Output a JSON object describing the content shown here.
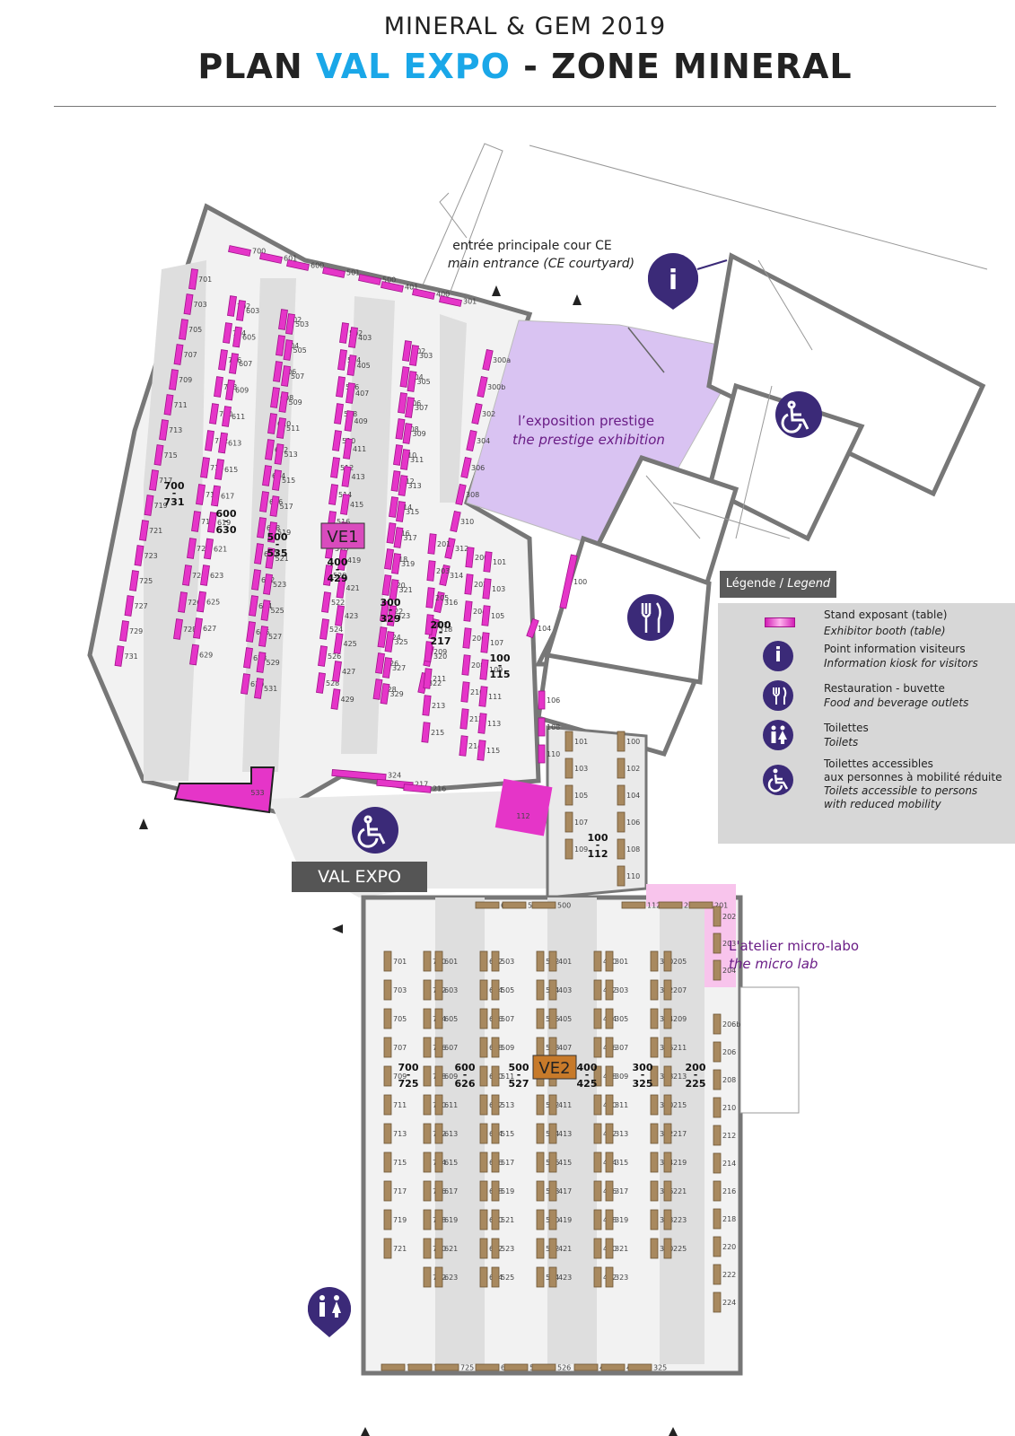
{
  "header": {
    "subtitle": "MINERAL & GEM 2019",
    "title_pre": "PLAN ",
    "title_highlight": "VAL EXPO",
    "title_post": " - ZONE MINERAL"
  },
  "entrance": {
    "fr": "entrée principale cour CE",
    "en": "main entrance (CE courtyard)"
  },
  "zones": {
    "prestige_fr": "l’exposition prestige",
    "prestige_en": "the prestige exhibition",
    "microlab_fr": "L'atelier micro-labo",
    "microlab_en": "the micro lab",
    "ve1": "VE1",
    "ve2": "VE2",
    "val_expo": "VAL EXPO"
  },
  "legend": {
    "title_fr": "Légende /",
    "title_en": "Legend",
    "items": [
      {
        "icon": "booth-table-icon",
        "fr": "Stand exposant (table)",
        "en": "Exhibitor booth (table)"
      },
      {
        "icon": "info-icon",
        "fr": "Point information visiteurs",
        "en": "Information kiosk for visitors"
      },
      {
        "icon": "fork-knife-icon",
        "fr": "Restauration - buvette",
        "en": "Food and beverage outlets"
      },
      {
        "icon": "toilets-icon",
        "fr": "Toilettes",
        "en": "Toilets"
      },
      {
        "icon": "wheelchair-icon",
        "fr": "Toilettes accessibles",
        "fr2": "aux personnes à mobilité réduite",
        "en": "Toilets accessible to persons",
        "en2": "with reduced mobility"
      }
    ]
  },
  "colors": {
    "magenta": "#e535c8",
    "wood": "#a8895f",
    "purple": "#3b2a78",
    "prestige": "#d9c3f2",
    "highlight_blue": "#1aa7e8",
    "microlab": "#f8c4ec"
  },
  "ve1_ranges": [
    "700 731",
    "600 630",
    "500 535",
    "400 429",
    "300 329",
    "200 217",
    "100 115"
  ],
  "ve2_ranges": [
    "700 725",
    "600 626",
    "500 527",
    "400 425",
    "300 325",
    "200 225",
    "100 112"
  ],
  "ve1_booths": {
    "top": [
      "700",
      "601",
      "600",
      "501",
      "500",
      "401",
      "400",
      "301"
    ],
    "col700a": [
      "701",
      "703",
      "705",
      "707",
      "709",
      "711",
      "713",
      "715",
      "717",
      "719",
      "721",
      "723",
      "725",
      "727",
      "729",
      "731"
    ],
    "col700b": [
      "702",
      "704",
      "706",
      "708",
      "710",
      "712",
      "714",
      "716",
      "718",
      "722",
      "724",
      "726",
      "728"
    ],
    "col600a": [
      "603",
      "605",
      "607",
      "609",
      "611",
      "613",
      "615",
      "617",
      "619",
      "621",
      "623",
      "625",
      "627",
      "629"
    ],
    "col600b": [
      "602",
      "604",
      "606",
      "608",
      "610",
      "612",
      "614",
      "616",
      "618",
      "620",
      "622",
      "624",
      "626",
      "628",
      "630"
    ],
    "col500a": [
      "503",
      "505",
      "507",
      "509",
      "511",
      "513",
      "515",
      "517",
      "519",
      "521",
      "523",
      "525",
      "527",
      "529",
      "531"
    ],
    "col500b": [
      "502",
      "504",
      "506",
      "508",
      "510",
      "512",
      "514",
      "516",
      "518",
      "520",
      "522",
      "524",
      "526",
      "528"
    ],
    "col400a": [
      "403",
      "405",
      "407",
      "409",
      "411",
      "413",
      "415",
      "417",
      "419",
      "421",
      "423",
      "425",
      "427",
      "429"
    ],
    "col400b": [
      "402",
      "404",
      "406",
      "408",
      "410",
      "412",
      "414",
      "416",
      "418",
      "420",
      "422",
      "424",
      "426",
      "428"
    ],
    "col300a": [
      "303",
      "305",
      "307",
      "309",
      "311",
      "313",
      "315",
      "317",
      "319",
      "321",
      "323",
      "325",
      "327",
      "329"
    ],
    "col300b": [
      "300a",
      "300b",
      "302",
      "304",
      "306",
      "308",
      "310",
      "312",
      "314",
      "316",
      "318",
      "320",
      "322"
    ],
    "col200a": [
      "201",
      "203",
      "205",
      "207",
      "209",
      "211",
      "213",
      "215"
    ],
    "col200b": [
      "200",
      "202",
      "204",
      "206",
      "208",
      "210",
      "212",
      "214"
    ],
    "col100": [
      "101",
      "103",
      "105",
      "107",
      "109",
      "111",
      "113",
      "115"
    ],
    "right": [
      "100",
      "104",
      "106",
      "108",
      "110",
      "112"
    ],
    "bottom": [
      "324",
      "217",
      "216",
      "533"
    ]
  },
  "ve2_booths": {
    "top": [
      "600",
      "501",
      "500",
      "112",
      "200",
      "201",
      "202",
      "203",
      "204"
    ],
    "corridor_a": [
      "101",
      "103",
      "105",
      "107",
      "109"
    ],
    "corridor_b": [
      "100",
      "102",
      "104",
      "106",
      "108",
      "110"
    ],
    "col700": [
      "701",
      "703",
      "705",
      "707",
      "709",
      "711",
      "713",
      "715",
      "717",
      "719",
      "721"
    ],
    "col700b": [
      "700",
      "702",
      "704",
      "706",
      "708",
      "710",
      "712",
      "714",
      "716",
      "718",
      "720",
      "722"
    ],
    "col600": [
      "601",
      "603",
      "605",
      "607",
      "609",
      "611",
      "613",
      "615",
      "617",
      "619",
      "621",
      "623"
    ],
    "col600b": [
      "602",
      "604",
      "606",
      "608",
      "610",
      "612",
      "614",
      "616",
      "618",
      "620",
      "622",
      "624"
    ],
    "col500": [
      "503",
      "505",
      "507",
      "509",
      "511",
      "513",
      "515",
      "517",
      "519",
      "521",
      "523",
      "525"
    ],
    "col500b": [
      "502",
      "504",
      "506",
      "508",
      "510",
      "512",
      "514",
      "516",
      "518",
      "520",
      "522",
      "524"
    ],
    "col400": [
      "401",
      "403",
      "405",
      "407",
      "409",
      "411",
      "413",
      "415",
      "417",
      "419",
      "421",
      "423"
    ],
    "col400b": [
      "400",
      "402",
      "404",
      "406",
      "408",
      "410",
      "412",
      "414",
      "416",
      "418",
      "420",
      "422"
    ],
    "col300": [
      "301",
      "303",
      "305",
      "307",
      "309",
      "311",
      "313",
      "315",
      "317",
      "319",
      "321",
      "323"
    ],
    "col300b": [
      "300",
      "302",
      "304",
      "306",
      "308",
      "310",
      "312",
      "314",
      "316",
      "318",
      "320"
    ],
    "col200": [
      "205",
      "207",
      "209",
      "211",
      "213",
      "215",
      "217",
      "219",
      "221",
      "223",
      "225"
    ],
    "col200right": [
      "206b",
      "206",
      "208",
      "210",
      "212",
      "214",
      "216",
      "218",
      "220",
      "222",
      "224"
    ],
    "bottom": [
      "723",
      "724",
      "725",
      "626",
      "527",
      "526",
      "425",
      "424",
      "325"
    ]
  }
}
